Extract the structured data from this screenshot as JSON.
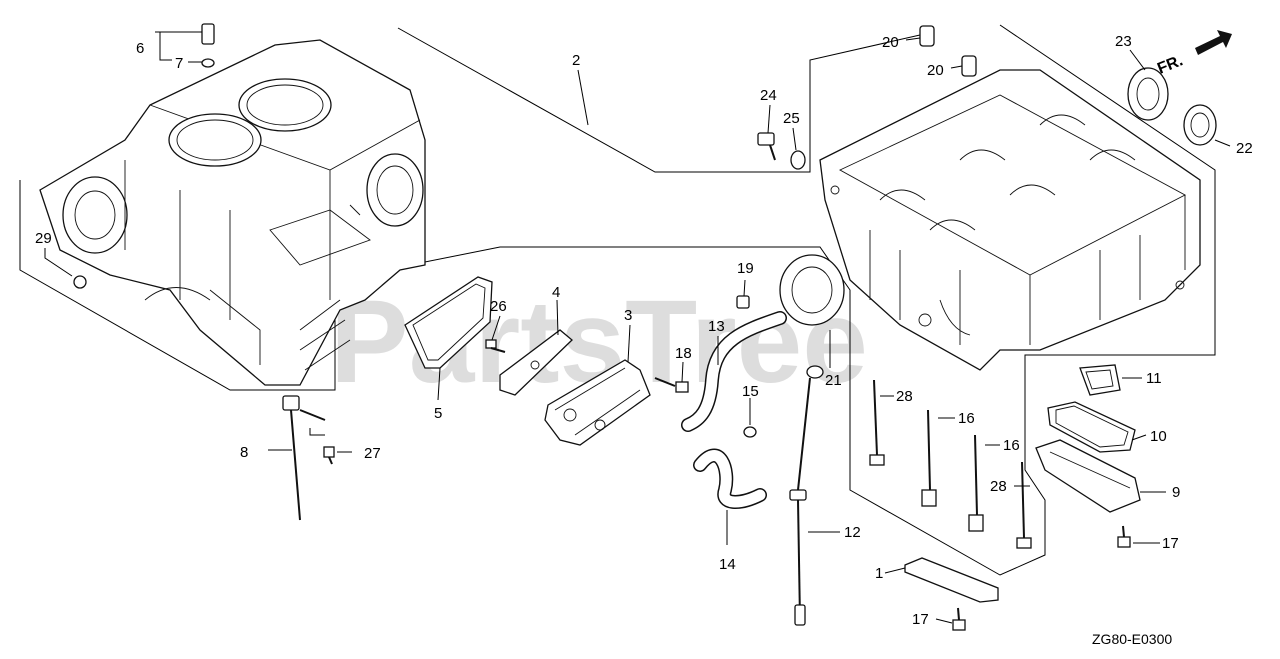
{
  "diagram": {
    "code": "ZG80-E0300",
    "watermark": "PartsTree",
    "direction_label": "FR.",
    "parts": [
      {
        "num": "1"
      },
      {
        "num": "2"
      },
      {
        "num": "3"
      },
      {
        "num": "4"
      },
      {
        "num": "5"
      },
      {
        "num": "6"
      },
      {
        "num": "7"
      },
      {
        "num": "8"
      },
      {
        "num": "9"
      },
      {
        "num": "10"
      },
      {
        "num": "11"
      },
      {
        "num": "12"
      },
      {
        "num": "13"
      },
      {
        "num": "14"
      },
      {
        "num": "15"
      },
      {
        "num": "16"
      },
      {
        "num": "16"
      },
      {
        "num": "17"
      },
      {
        "num": "17"
      },
      {
        "num": "18"
      },
      {
        "num": "19"
      },
      {
        "num": "20"
      },
      {
        "num": "20"
      },
      {
        "num": "21"
      },
      {
        "num": "22"
      },
      {
        "num": "23"
      },
      {
        "num": "24"
      },
      {
        "num": "25"
      },
      {
        "num": "26"
      },
      {
        "num": "27"
      },
      {
        "num": "28"
      },
      {
        "num": "28"
      },
      {
        "num": "29"
      }
    ]
  }
}
